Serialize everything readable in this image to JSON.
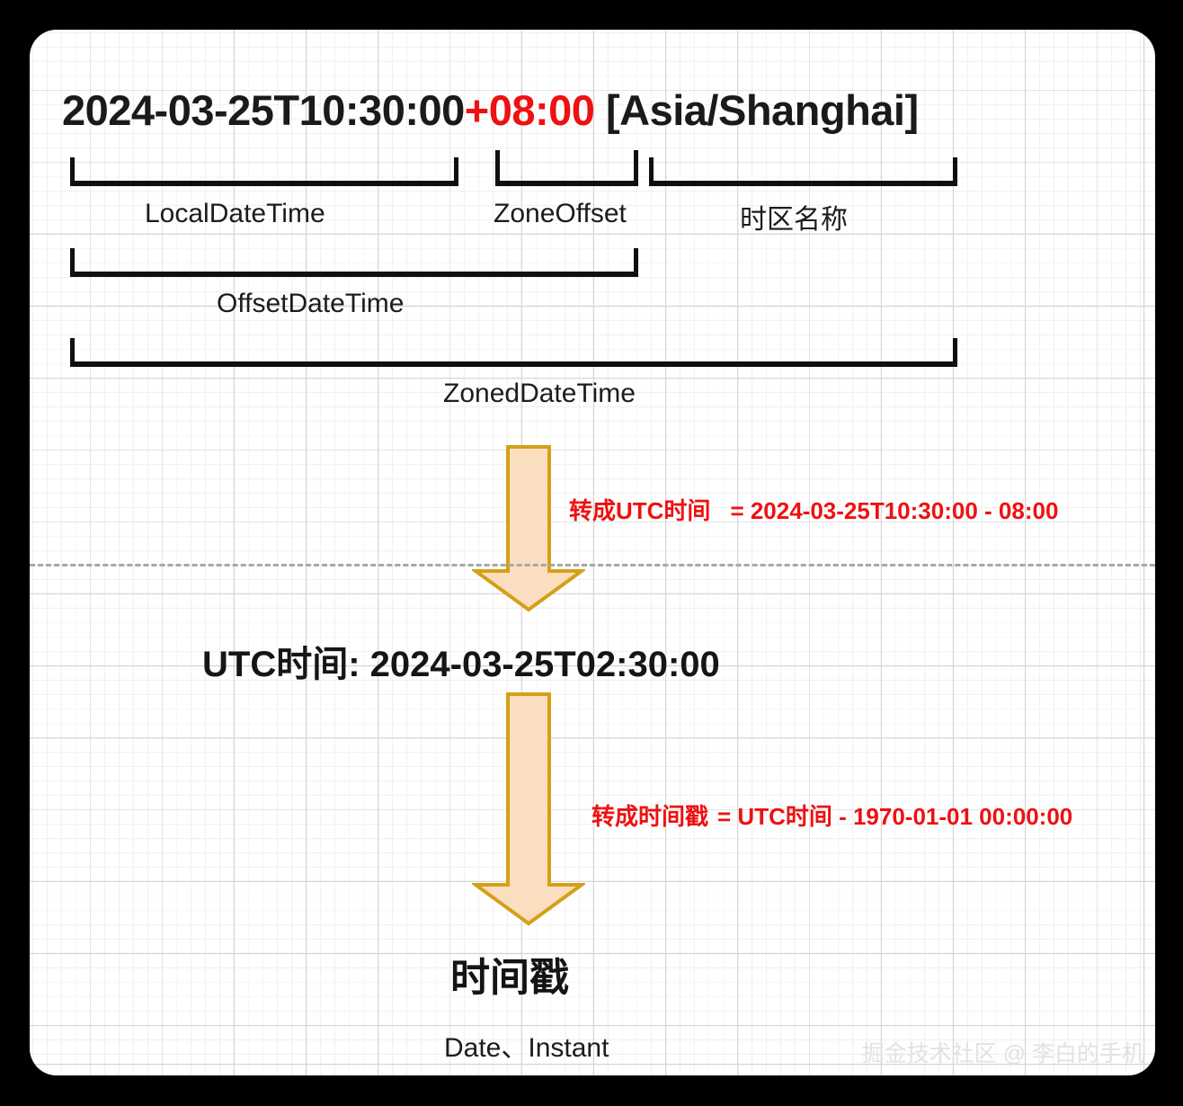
{
  "card": {
    "background_color": "#ffffff",
    "outer_color": "#000000",
    "grid_major_color": "#d5d5d5",
    "grid_minor_color": "#f1f1f1"
  },
  "headline": {
    "local": "2024-03-25T10:30:00",
    "offset": "+08:00",
    "offset_color": "#ee1111",
    "zone": " [Asia/Shanghai]"
  },
  "brackets": [
    {
      "id": "local-date-time",
      "label": "LocalDateTime"
    },
    {
      "id": "zone-offset",
      "label": "ZoneOffset"
    },
    {
      "id": "zone-name",
      "label": "时区名称"
    },
    {
      "id": "offset-date-time",
      "label": "OffsetDateTime"
    },
    {
      "id": "zoned-date-time",
      "label": "ZonedDateTime"
    }
  ],
  "flow": {
    "arrow_fill": "#fbdec0",
    "arrow_stroke": "#d4a017",
    "step1": {
      "formula_label": "转成UTC时间",
      "formula_body": "= 2024-03-25T10:30:00 - 08:00"
    },
    "utc_result": "UTC时间: 2024-03-25T02:30:00",
    "step2": {
      "formula_label": "转成时间戳",
      "formula_body": "= UTC时间 - 1970-01-01 00:00:00"
    },
    "timestamp_title": "时间戳",
    "timestamp_types": "Date、Instant"
  },
  "watermark": "掘金技术社区 @ 李白的手机"
}
